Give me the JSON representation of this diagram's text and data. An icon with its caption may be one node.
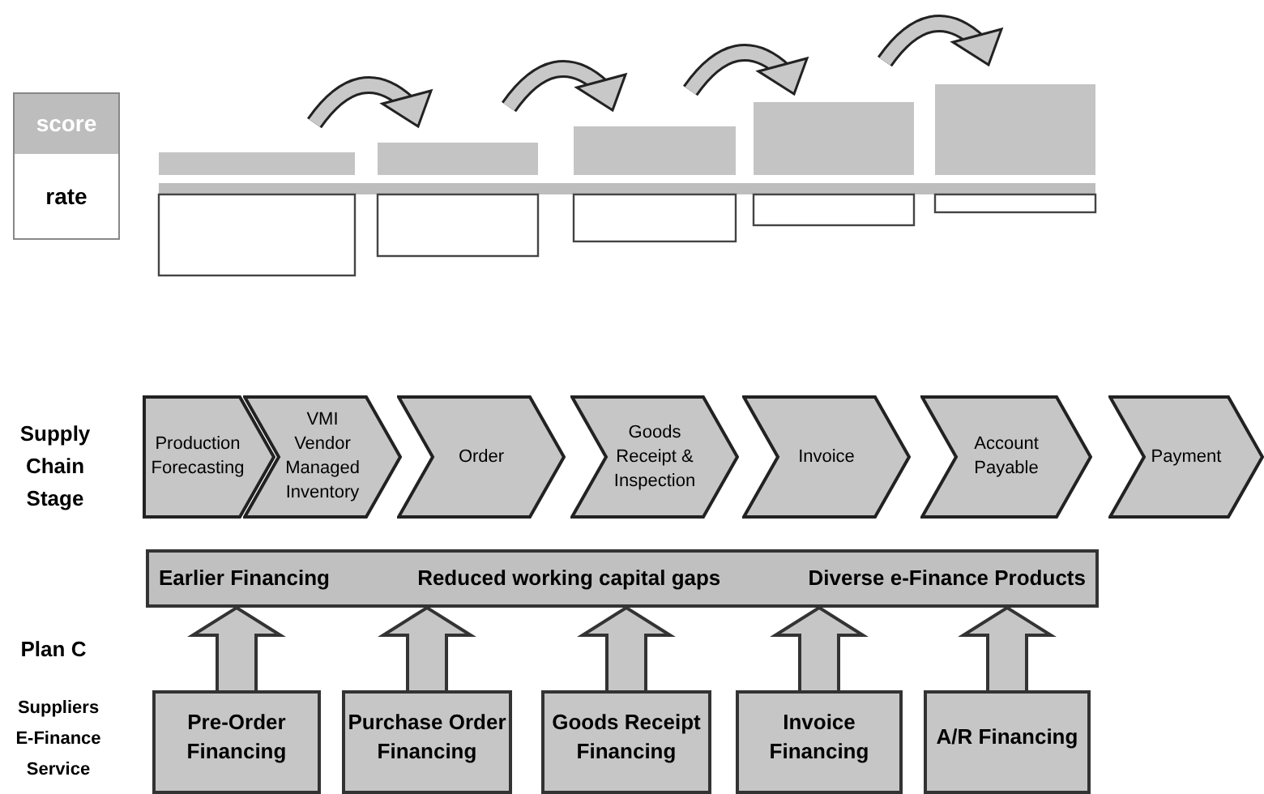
{
  "diagram": {
    "nodes": [
      {
        "text": [
          "score",
          "rate"
        ]
      },
      {
        "text": [
          "Production Forecasting"
        ]
      },
      {
        "text": [
          "VMI Vendor Managed Inventory"
        ]
      },
      {
        "text": [
          "Order"
        ]
      },
      {
        "text": [
          "Goods Receipt & Inspection"
        ]
      },
      {
        "text": [
          "Invoice"
        ]
      },
      {
        "text": [
          "Account Payable"
        ]
      },
      {
        "text": [
          "Payment"
        ]
      },
      {
        "text": [
          "Earlier Financing",
          "Reduced working capital gaps",
          "Diverse e-Finance Products"
        ]
      },
      {
        "text": [
          "Pre-Order Financing"
        ]
      },
      {
        "text": [
          "Purchase Order Financing"
        ]
      },
      {
        "text": [
          "Goods Receipt Financing"
        ]
      },
      {
        "text": [
          "Invoice Financing"
        ]
      },
      {
        "text": [
          "A/R Financing"
        ]
      }
    ],
    "edges": [
      {
        "from": 9,
        "to": 8,
        "arrow": "to",
        "style": "thick"
      },
      {
        "from": 10,
        "to": 8,
        "arrow": "to",
        "style": "thick"
      },
      {
        "from": 11,
        "to": 8,
        "arrow": "to",
        "style": "thick"
      },
      {
        "from": 12,
        "to": 8,
        "arrow": "to",
        "style": "thick"
      },
      {
        "from": 13,
        "to": 8,
        "arrow": "to",
        "style": "thick"
      }
    ],
    "labels": [
      "Supply Chain Stage",
      "Plan C",
      "Suppliers E-Finance Service"
    ]
  }
}
